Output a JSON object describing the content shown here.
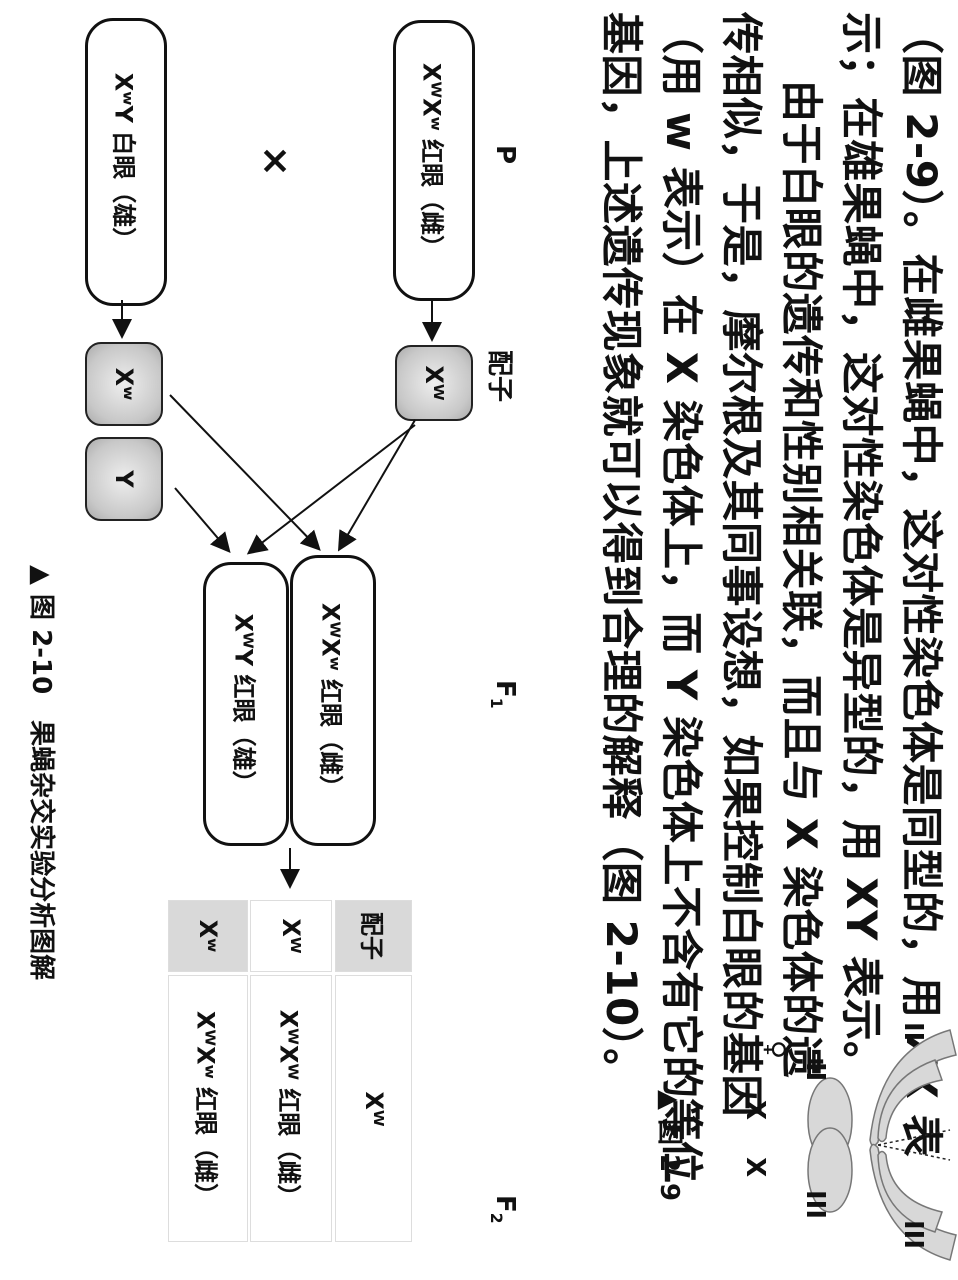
{
  "text_lines": [
    "（图 2-9）。在雌果蝇中，这对性染色体是同型的，用 XX 表",
    "示；在雄果蝇中，这对性染色体是异型的，用 XY 表示。",
    "由于白眼的遗传和性别相关联，而且与 X 染色体的遗",
    "传相似，于是，摩尔根及其同事设想，如果控制白眼的基因",
    "（用 w 表示）在 X 染色体上，而 Y 染色体上不含有它的等位",
    "基因，上述遗传现象就可以得到合理的解释（图 2-10）。"
  ],
  "fig29": {
    "caption": "▲ 图 2-9",
    "chromosome_labels": [
      "II",
      "III",
      "II",
      "III"
    ],
    "xx_label": "X X",
    "female_symbol": "♀"
  },
  "diagram": {
    "p_label": "P",
    "gamete_label": "配子",
    "f1_label": "F",
    "f1_sub": "1",
    "f2_label": "F",
    "f2_sub": "2",
    "cross_symbol": "×",
    "parent_female": "XᵂXʷ 红眼（雌）",
    "parent_male": "XʷY 白眼（雄）",
    "gamete_f": "Xᵂ",
    "gamete_m1": "Xʷ",
    "gamete_m2": "Y",
    "f1_female": "XᵂXʷ 红眼（雌）",
    "f1_male": "XᵂY 红眼（雄）"
  },
  "table": {
    "header": "配子",
    "col_head": "Xᵂ",
    "row1_head": "Xᵂ",
    "row2_head": "Xʷ",
    "cell_r1": "XᵂXᵂ 红眼（雌）",
    "cell_r2": "XᵂXʷ 红眼（雌）"
  },
  "fig210_caption": "▲ 图 2-10　果蝇杂交实验分析图解"
}
